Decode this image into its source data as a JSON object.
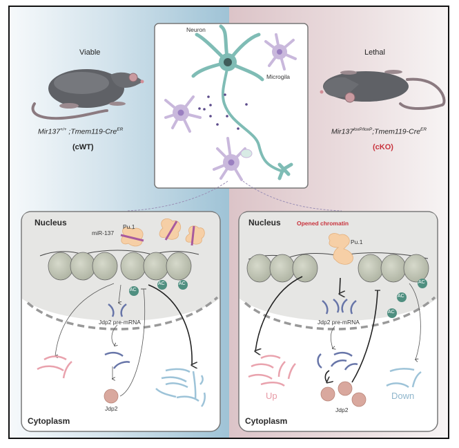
{
  "figure": {
    "left_condition": {
      "status": "Viable",
      "genotype_base": "Mir137",
      "genotype_sup": "+/+",
      "genotype_rest": " ;Tmem119-Cre",
      "genotype_rest_sup": "ER",
      "tag": "(cWT)",
      "tag_color": "#222222"
    },
    "right_condition": {
      "status": "Lethal",
      "genotype_base": "Mir137",
      "genotype_sup": "loxP/loxP",
      "genotype_rest": ";Tmem119-Cre",
      "genotype_rest_sup": "ER",
      "tag": "(cKO)",
      "tag_color": "#c8323c"
    },
    "center_panel": {
      "neuron_label": "Neuron",
      "microglia_label": "Microgila"
    },
    "left_panel": {
      "nucleus_label": "Nucleus",
      "cytoplasm_label": "Cytoplasm",
      "pu1_label": "Pu.1",
      "mirna_label": "miR-137",
      "premrna_label": "Jdp2 pre-mRNA",
      "protein_label": "Jdp2",
      "ac_label": "AC"
    },
    "right_panel": {
      "nucleus_label": "Nucleus",
      "cytoplasm_label": "Cytoplasm",
      "chromatin_label": "Opened chromatin",
      "pu1_label": "Pu.1",
      "premrna_label": "Jdp2 pre-mRNA",
      "protein_label": "Jdp2",
      "up_label": "Up",
      "down_label": "Down",
      "ac_label": "AC"
    },
    "colors": {
      "highlight_red": "#c8323c",
      "neuron_teal": "#7fbcb5",
      "microglia_purple": "#c9b8dc",
      "pu1_orange": "#f6cfa6",
      "nucleosome_gray": "#c4c8b8",
      "ac_green": "#4f8f80",
      "up_rna_pink": "#e9a2ad",
      "down_rna_blue": "#9dc3d8",
      "premrna_navy": "#6775a8"
    }
  }
}
